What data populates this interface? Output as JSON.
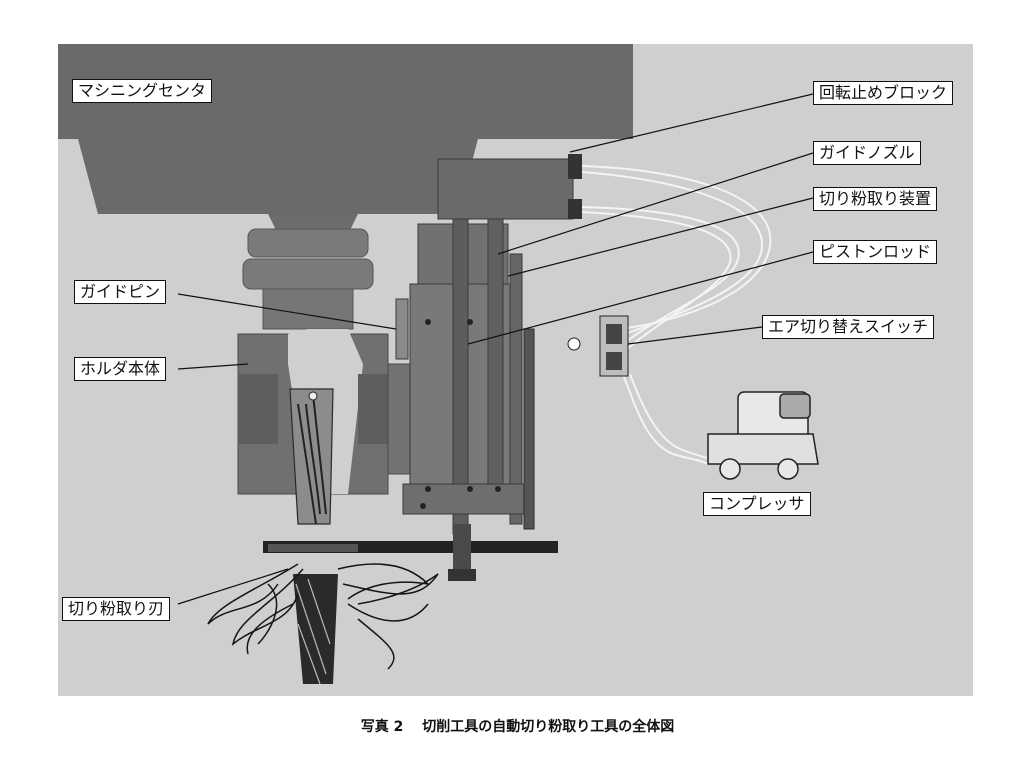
{
  "labels": {
    "machining_center": "マシニングセンタ",
    "rotation_stop_block": "回転止めブロック",
    "guide_nozzle": "ガイドノズル",
    "chip_removal_device": "切り粉取り装置",
    "piston_rod": "ピストンロッド",
    "guide_pin": "ガイドピン",
    "air_switch": "エア切り替えスイッチ",
    "holder_body": "ホルダ本体",
    "compressor": "コンプレッサ",
    "chip_removal_blade": "切り粉取り刃"
  },
  "caption": "写真 2　 切削工具の自動切り粉取り工具の全体図"
}
